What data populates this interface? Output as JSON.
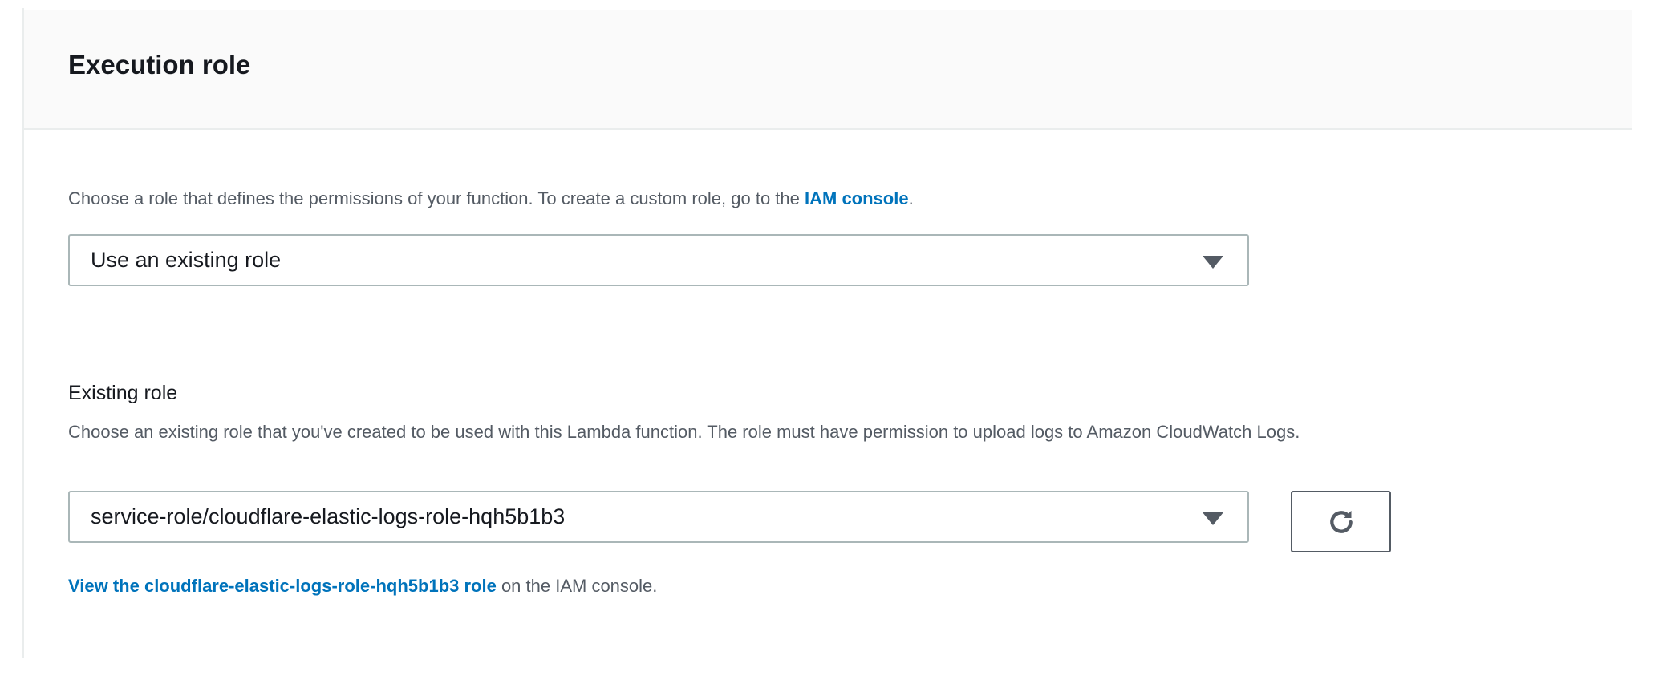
{
  "section": {
    "title": "Execution role"
  },
  "role_choice": {
    "description": "Choose a role that defines the permissions of your function. To create a custom role, go to the ",
    "link": "IAM console",
    "suffix": ".",
    "selected": "Use an existing role"
  },
  "existing_role": {
    "label": "Existing role",
    "description": "Choose an existing role that you've created to be used with this Lambda function. The role must have permission to upload logs to Amazon CloudWatch Logs.",
    "selected": "service-role/cloudflare-elastic-logs-role-hqh5b1b3",
    "refresh_icon": "refresh-icon",
    "view_link": "View the cloudflare-elastic-logs-role-hqh5b1b3 role",
    "view_suffix": " on the IAM console."
  },
  "colors": {
    "link": "#0073bb",
    "text": "#16191f",
    "secondary": "#545b64",
    "header_bg": "#fafafa"
  }
}
